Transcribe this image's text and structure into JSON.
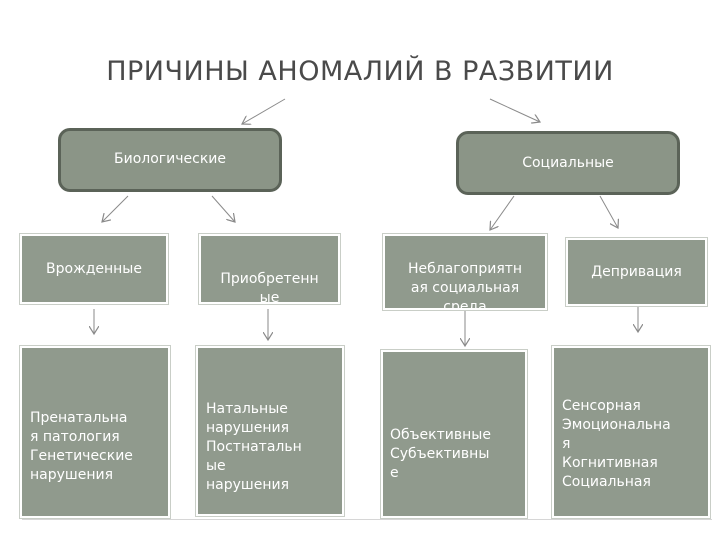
{
  "title": "ПРИЧИНЫ АНОМАЛИЙ В РАЗВИТИИ",
  "categories": {
    "biological": "Биологические",
    "social": "Социальные"
  },
  "types": {
    "congenital": "Врожденные",
    "acquired": "Приобретенн\nые",
    "unfavorable": "Неблагоприятн\nая социальная\nсреда",
    "deprivation": "Депривация"
  },
  "details": {
    "congenital": "Пренатальна\nя патология\nГенетические\nнарушения",
    "acquired": "Натальные\nнарушения\nПостнатальн\nые\nнарушения",
    "unfavorable": "Объективные\nСубъективны\nе",
    "deprivation": "Сенсорная\nЭмоциональна\nя\nКогнитивная\nСоциальная"
  }
}
